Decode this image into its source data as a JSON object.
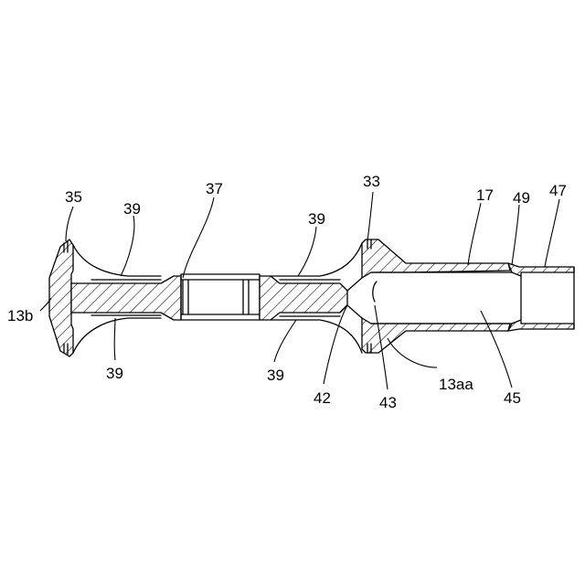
{
  "reference_numerals": {
    "n35": "35",
    "n39_upper_left": "39",
    "n37": "37",
    "n39_upper_right": "39",
    "n33": "33",
    "n17": "17",
    "n49": "49",
    "n47": "47",
    "n13b": "13b",
    "n39_lower_left": "39",
    "n39_lower_right": "39",
    "n42": "42",
    "n43": "43",
    "n13aa": "13aa",
    "n45": "45"
  }
}
